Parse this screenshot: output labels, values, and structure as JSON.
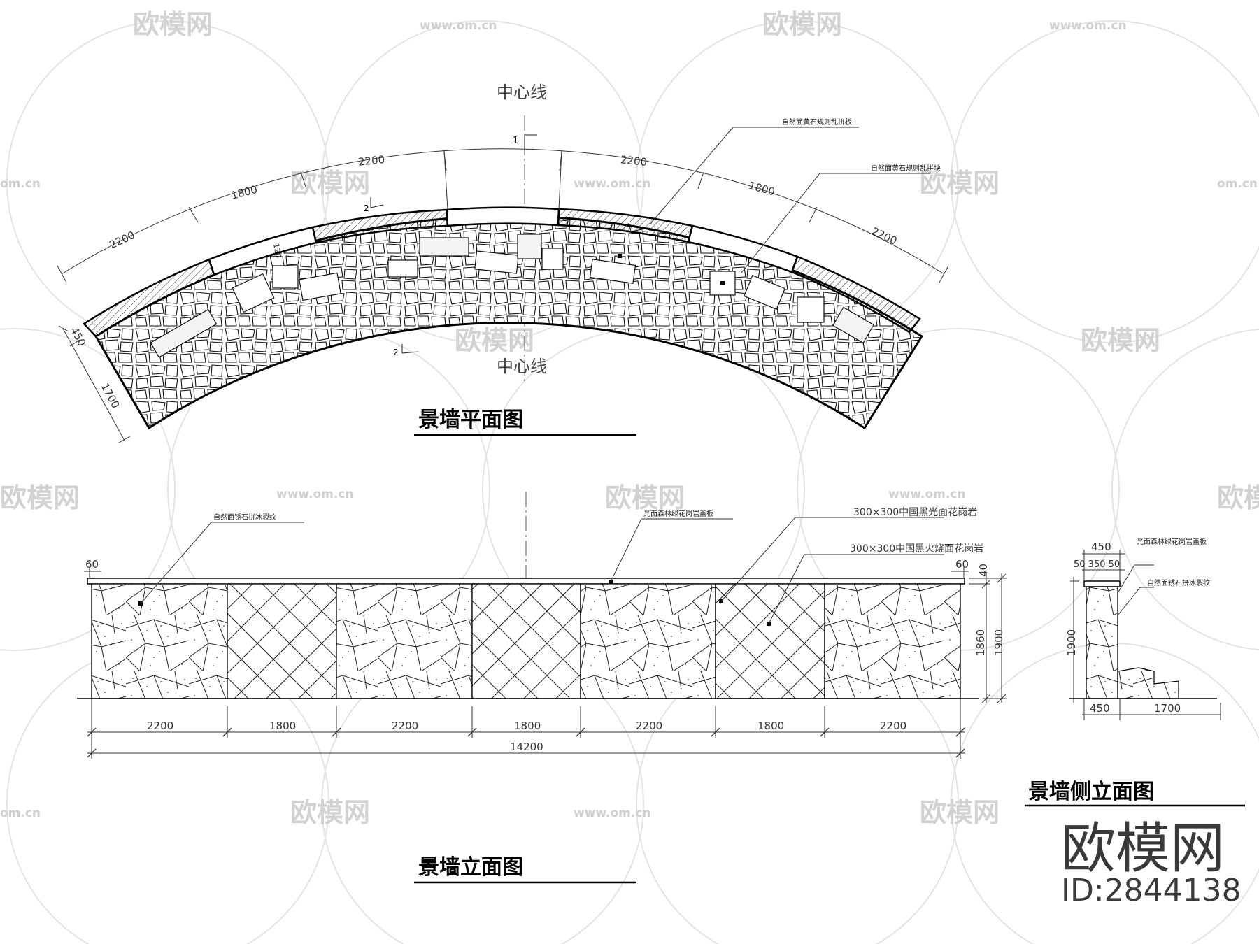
{
  "titles": {
    "plan": "景墙平面图",
    "elevation": "景墙立面图",
    "side": "景墙侧立面图"
  },
  "plan": {
    "center_line_top": "中心线",
    "center_line_bottom": "中心线",
    "section_mark_top": "1",
    "section_mark_mid": "2",
    "section_mark_bottom": "2",
    "note_1": "自然面黄石规则乱拼板",
    "note_2": "自然面黄石规则乱拼块",
    "dims_left": [
      "2200",
      "1800",
      "2200"
    ],
    "dims_right": [
      "2200",
      "1800",
      "2200"
    ],
    "dim_wall_thickness": "450",
    "dim_base_depth": "1700",
    "dim_small": "120"
  },
  "elevation": {
    "note_left": "自然面锈石拼冰裂纹",
    "note_cap": "光面森林绿花岗岩盖板",
    "note_tile_1": "300×300中国黑光面花岗岩",
    "note_tile_2": "300×300中国黑火烧面花岗岩",
    "dim_cap_left": "60",
    "dim_cap_right": "60",
    "dim_top": "40",
    "dim_body_height": "1860",
    "dim_total_height": "1900",
    "segments": [
      "2200",
      "1800",
      "2200",
      "1800",
      "2200",
      "1800",
      "2200"
    ],
    "total_length": "14200"
  },
  "side": {
    "dim_width": "450",
    "dim_parts": "50 350 50",
    "note_cap": "光面森林绿花岗岩盖板",
    "note_face": "自然面锈石拼冰裂纹",
    "dim_height": "1900",
    "dim_base_a": "450",
    "dim_base_b": "1700"
  },
  "watermark": {
    "logo_text": "欧模网",
    "url": "www.om.cn",
    "url_fragment": "om.cn",
    "id_label": "ID:2844138"
  }
}
